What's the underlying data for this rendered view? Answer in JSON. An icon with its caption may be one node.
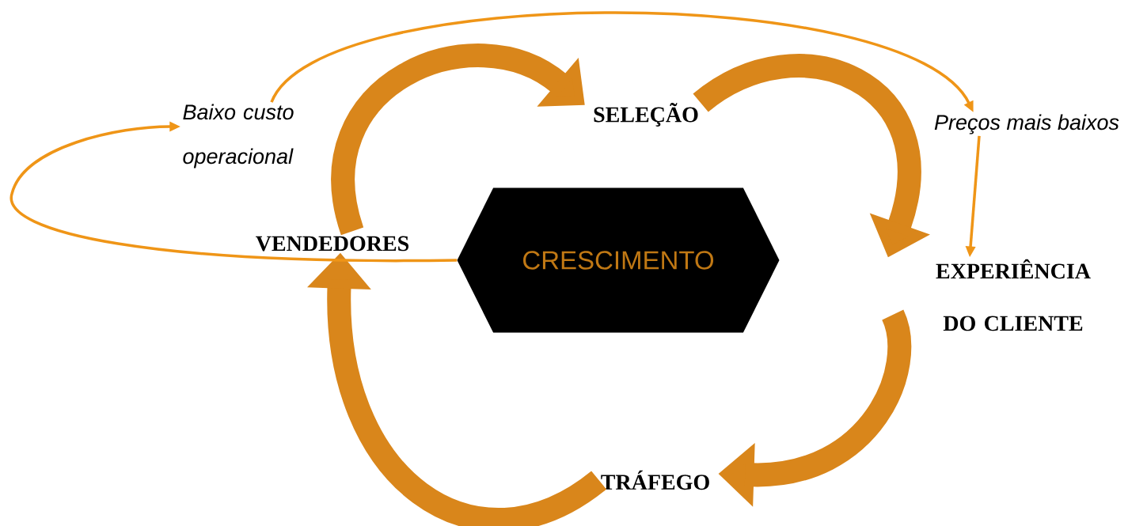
{
  "diagram": {
    "nodes": [
      {
        "text": [
          "Baixo custo operacional"
        ]
      },
      {
        "text": [
          "SELEÇÃO"
        ]
      },
      {
        "text": [
          "Preços mais baixos"
        ]
      },
      {
        "text": [
          "VENDEDORES"
        ]
      },
      {
        "text": [
          "CRESCIMENTO"
        ]
      },
      {
        "text": [
          "EXPERIÊNCIA DO CLIENTE"
        ]
      },
      {
        "text": [
          "TRÁFEGO"
        ]
      }
    ],
    "edges": [
      {
        "from": 3,
        "to": 1,
        "arrow": "to"
      },
      {
        "from": 1,
        "to": 5,
        "arrow": "to"
      },
      {
        "from": 5,
        "to": 6,
        "arrow": "to"
      },
      {
        "from": 6,
        "to": 3,
        "arrow": "to"
      },
      {
        "from": 0,
        "to": 2,
        "arrow": "to",
        "color": "#ef9517"
      },
      {
        "from": 2,
        "to": 5,
        "arrow": "to",
        "color": "#ef9517"
      },
      {
        "from": 4,
        "to": 0,
        "arrow": "to",
        "color": "#ef9517"
      }
    ]
  }
}
